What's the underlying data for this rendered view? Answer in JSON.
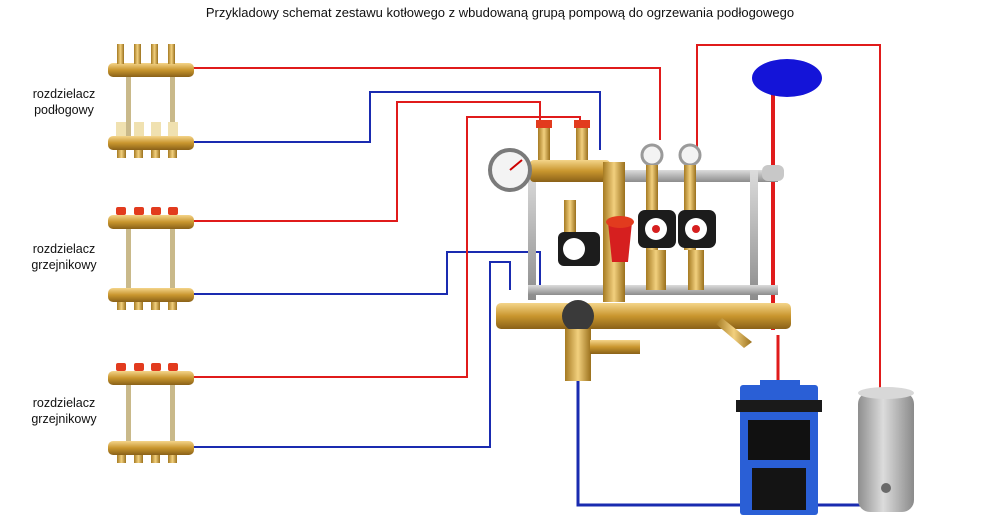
{
  "title": "Przykladowy schemat  zestawu kotłowego z wbudowaną grupą pompową do ogrzewania podłogowego",
  "manifolds": [
    {
      "label_line1": "rozdzielacz",
      "label_line2": "podłogowy"
    },
    {
      "label_line1": "rozdzielacz",
      "label_line2": "grzejnikowy"
    },
    {
      "label_line1": "rozdzielacz",
      "label_line2": "grzejnikowy"
    }
  ],
  "colors": {
    "supply_pipe": "#e01b1b",
    "return_pipe": "#1a2bb0",
    "brass": "#d4a640",
    "expansion_vessel": "#1414d8",
    "boiler": "#2a5fd6",
    "tank": "#b9b9b9"
  }
}
